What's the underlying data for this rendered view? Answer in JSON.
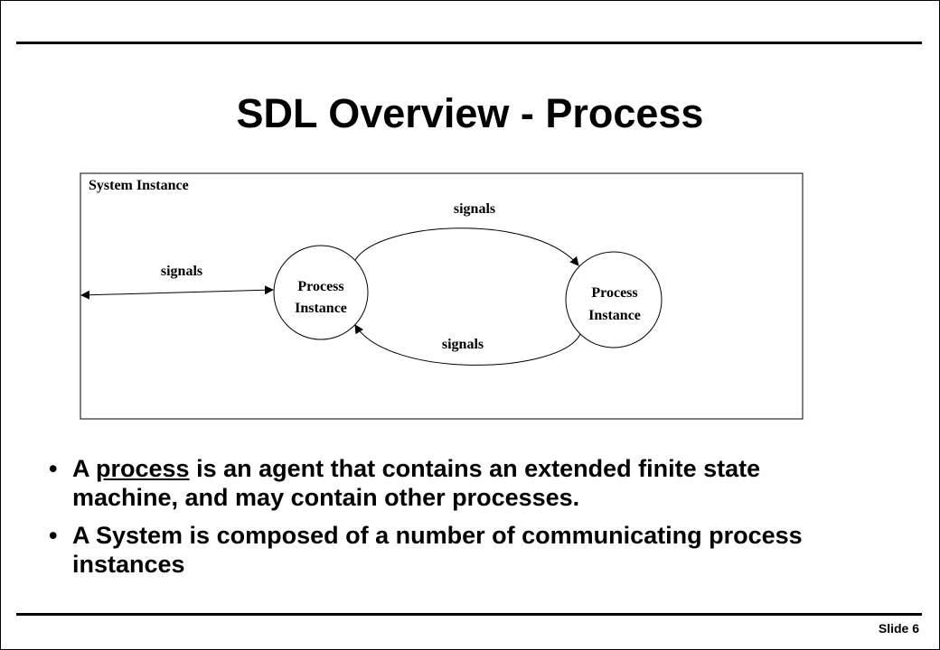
{
  "slide": {
    "title": "SDL Overview - Process",
    "number_label": "Slide 6"
  },
  "diagram": {
    "system_label": "System Instance",
    "process_left": {
      "line1": "Process",
      "line2": "Instance"
    },
    "process_right": {
      "line1": "Process",
      "line2": "Instance"
    },
    "signal_top": "signals",
    "signal_bottom": "signals",
    "signal_external": "signals"
  },
  "bullets": [
    {
      "pre": "A ",
      "emph": "process",
      "post": " is an agent that contains an extended finite state machine, and may contain other processes."
    },
    {
      "text": "A System is composed of a number of communicating process instances"
    }
  ],
  "bullet_glyph": "•"
}
